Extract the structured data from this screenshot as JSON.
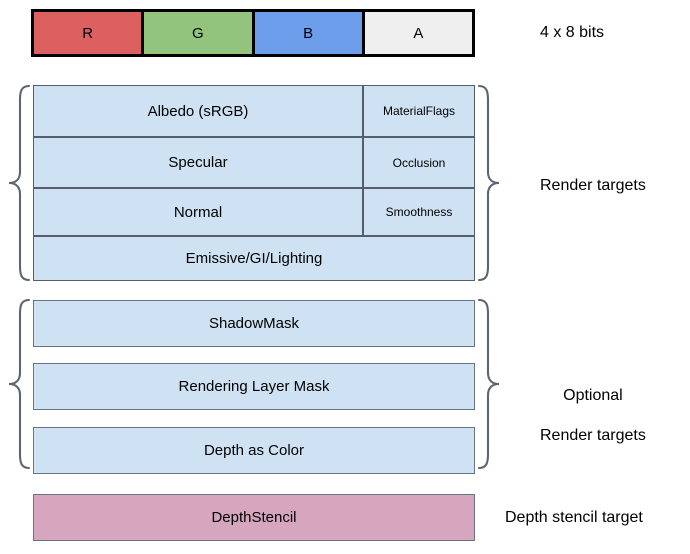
{
  "diagram": {
    "title_absent": true,
    "colors": {
      "channel_r": "#dd6060",
      "channel_g": "#93c47d",
      "channel_b": "#6d9eeb",
      "channel_a": "#efefef",
      "render_target": "#cfe2f3",
      "depth_stencil": "#d5a6bd",
      "outline_dark": "#000000",
      "outline_gray": "#6a7480"
    }
  },
  "bit_bar": {
    "channels": [
      {
        "label": "R",
        "color": "#dd6060"
      },
      {
        "label": "G",
        "color": "#93c47d"
      },
      {
        "label": "B",
        "color": "#6d9eeb"
      },
      {
        "label": "A",
        "color": "#efefef"
      }
    ],
    "side_label": "4 x 8 bits"
  },
  "render_targets": {
    "side_label": "Render targets",
    "rows": [
      {
        "main": "Albedo (sRGB)",
        "alpha": "MaterialFlags"
      },
      {
        "main": "Specular",
        "alpha": "Occlusion"
      },
      {
        "main": "Normal",
        "alpha": "Smoothness"
      },
      {
        "main": "Emissive/GI/Lighting",
        "alpha": null
      }
    ]
  },
  "optional_render_targets": {
    "side_label": "Optional\nRender targets",
    "side_label_line1": "Optional",
    "side_label_line2": "Render targets",
    "rows": [
      {
        "main": "ShadowMask"
      },
      {
        "main": "Rendering Layer Mask"
      },
      {
        "main": "Depth as Color"
      }
    ]
  },
  "depth_stencil": {
    "side_label": "Depth stencil target",
    "row": {
      "main": "DepthStencil"
    }
  }
}
